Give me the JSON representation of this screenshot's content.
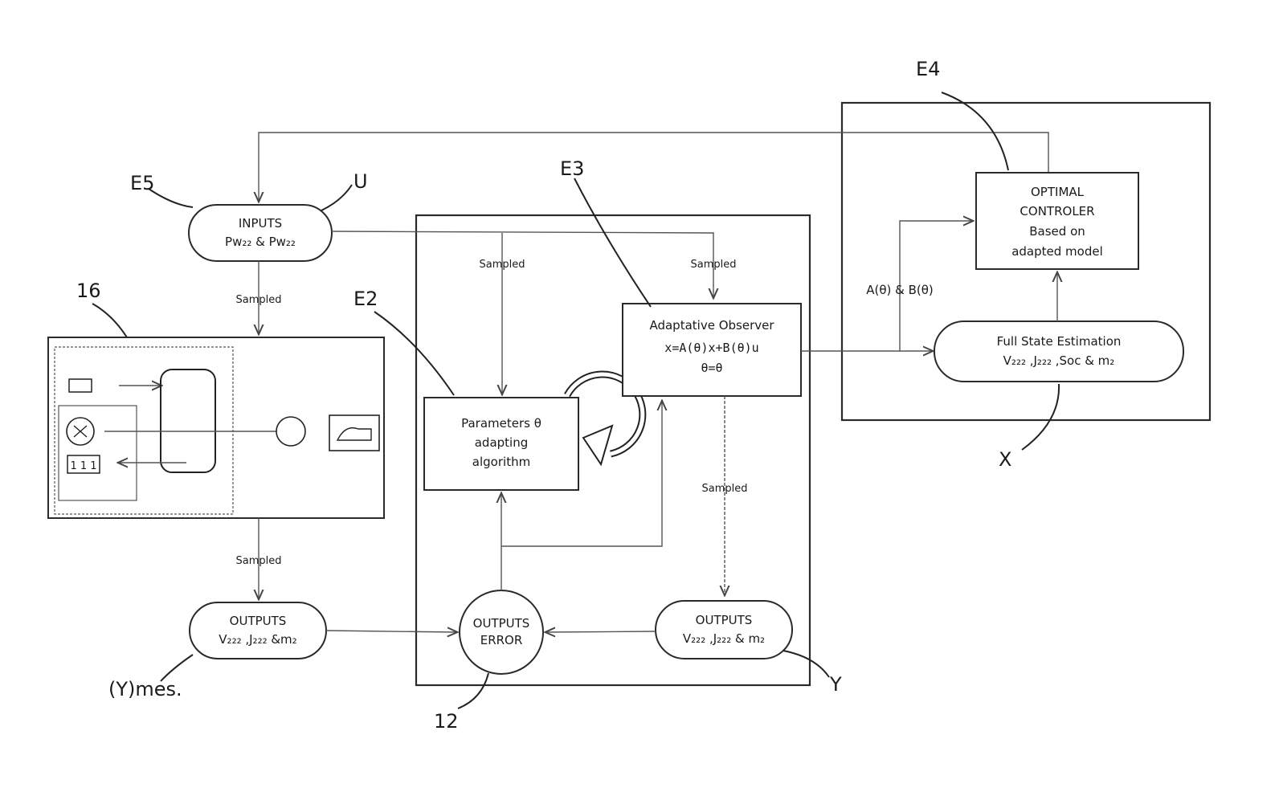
{
  "labels": {
    "e5": "E5",
    "u": "U",
    "e3": "E3",
    "e4": "E4",
    "e2": "E2",
    "sixteen": "16",
    "x": "X",
    "y": "Y",
    "ymes": "(Y)mes.",
    "twelve": "12"
  },
  "inputs": {
    "title": "INPUTS",
    "line2": "Pw₂₂ & Pw₂₂"
  },
  "sampled": "Sampled",
  "observer": {
    "title": "Adaptative Observer",
    "eq1": "x=A(θ)x+B(θ)u",
    "eq2": "θ=θ"
  },
  "params": {
    "line1": "Parameters θ",
    "line2": "adapting",
    "line3": "algorithm"
  },
  "controller": {
    "line1": "OPTIMAL",
    "line2": "CONTROLER",
    "line3": "Based on",
    "line4": "adapted model"
  },
  "estimation": {
    "line1": "Full State Estimation",
    "line2": "V₂₂₂ ,J₂₂₂ ,Soc & m₂"
  },
  "ab_label": "A(θ) & B(θ)",
  "outputs_meas": {
    "title": "OUTPUTS",
    "line2": "V₂₂₂ ,J₂₂₂ &m₂"
  },
  "outputs_error": {
    "line1": "OUTPUTS",
    "line2": "ERROR"
  },
  "outputs_est": {
    "title": "OUTPUTS",
    "line2": "V₂₂₂ ,J₂₂₂ & m₂"
  }
}
